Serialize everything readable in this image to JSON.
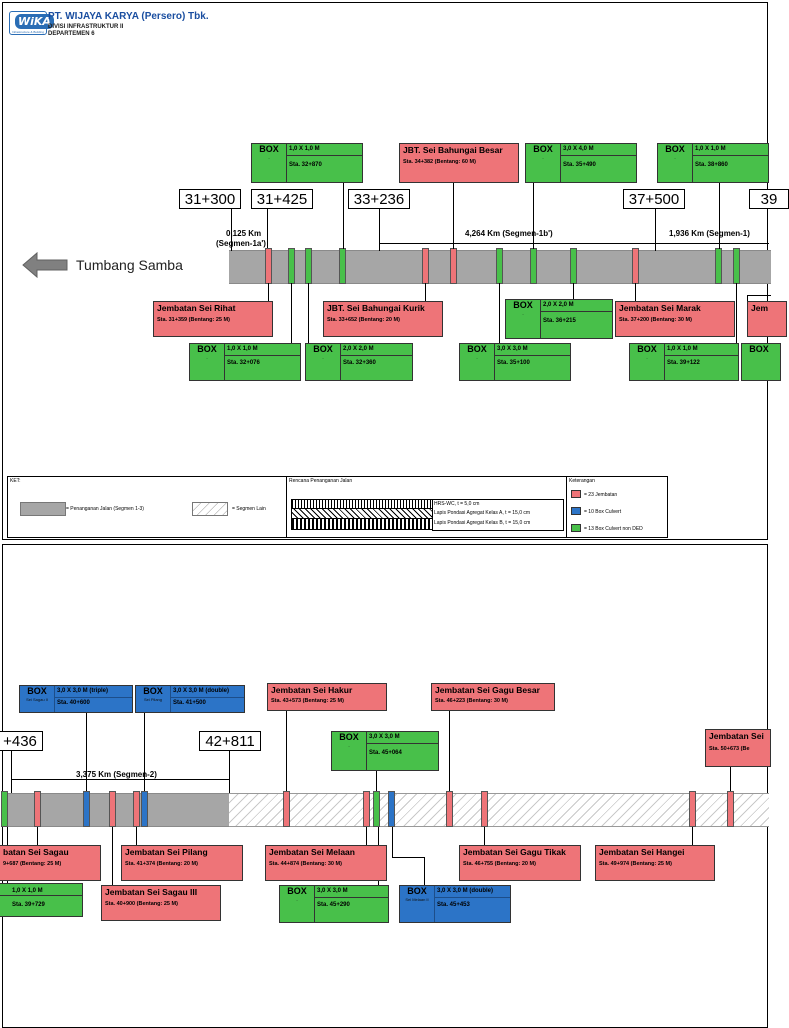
{
  "header": {
    "logo_text": "WiKA",
    "logo_sub": "Infrastructure & Building",
    "company": "PT. WIJAYA KARYA (Persero) Tbk.",
    "division": "DIVISI INFRASTRUKTUR II",
    "department": "DEPARTEMEN 6"
  },
  "direction_label": "Tumbang Samba",
  "colors": {
    "bridge": "#ee7478",
    "box_culvert": "#2c74c7",
    "box_non_ded": "#48c04a",
    "road": "#a6a6a6"
  },
  "sheet1": {
    "stations": [
      "31+300",
      "31+425",
      "33+236",
      "37+500",
      "39"
    ],
    "segments": [
      "0,125 Km",
      "(Segmen-1a')",
      "4,264 Km (Segmen-1b')",
      "1,936 Km (Segmen-1)"
    ],
    "top_cards": [
      {
        "title": "BOX",
        "sub": "-",
        "dim": "1,0 X 1,0 M",
        "sta": "Sta. 32+870"
      },
      {
        "title": "JBT. Sei Bahungai Besar",
        "sta": "Sta. 34+382     (Bentang: 60 M)"
      },
      {
        "title": "BOX",
        "sub": "-",
        "dim": "3,0 X 4,0 M",
        "sta": "Sta. 35+490"
      },
      {
        "title": "BOX",
        "sub": "-",
        "dim": "1,0 X 1,0 M",
        "sta": "Sta. 38+860"
      }
    ],
    "bottom_cards": [
      {
        "title": "Jembatan Sei Rihat",
        "sta": "Sta. 31+359     (Bentang: 25 M)"
      },
      {
        "title": "JBT. Sei Bahungai Kurik",
        "sta": "Sta. 33+652     (Bentang: 20 M)"
      },
      {
        "title": "BOX",
        "sub": "-",
        "dim": "2,0 X 2,0 M",
        "sta": "Sta. 36+215"
      },
      {
        "title": "Jembatan Sei Marak",
        "sta": "Sta. 37+200     (Bentang: 30 M)"
      },
      {
        "title": "Jem"
      },
      {
        "title": "BOX",
        "sub": "-",
        "dim": "1,0 X 1,0 M",
        "sta": "Sta. 32+076"
      },
      {
        "title": "BOX",
        "sub": "-",
        "dim": "2,0 X 2,0 M",
        "sta": "Sta. 32+360"
      },
      {
        "title": "BOX",
        "sub": "-",
        "dim": "3,0 X 3,0 M",
        "sta": "Sta. 35+100"
      },
      {
        "title": "BOX",
        "sub": "-",
        "dim": "1,0 X 1,0 M",
        "sta": "Sta. 39+122"
      },
      {
        "title": "BOX"
      }
    ],
    "legend": {
      "ket_label": "KET:",
      "road_label": "= Penanganan Jalan (Segmen 1-3)",
      "other_label": "= Segmen Lain",
      "plan_title": "Rencana Penanganan Jalan",
      "layers": [
        "HRS-WC, t = 5,0 cm",
        "Lapis Pondasi Agregat Kelas A, t = 15,0 cm",
        "Lapis Pondasi Agregat Kelas B, t = 15,0 cm"
      ],
      "notes_title": "Keterangan",
      "notes": [
        "= 23 Jembatan",
        "= 10 Box Culvert",
        "= 13 Box Culvert non DED"
      ]
    }
  },
  "sheet2": {
    "stations": [
      "+436",
      "42+811"
    ],
    "segment": "3,375 Km (Segmen-2)",
    "top_cards": [
      {
        "title": "BOX",
        "sub": "Sei Sagau II",
        "dim": "3,0 X 3,0 M (triple)",
        "sta": "Sta. 40+600"
      },
      {
        "title": "BOX",
        "sub": "Sei Pilang",
        "dim": "3,0 X 3,0 M (double)",
        "sta": "Sta. 41+500"
      },
      {
        "title": "Jembatan Sei Hakur",
        "sta": "Sta. 43+573     (Bentang: 25 M)"
      },
      {
        "title": "Jembatan Sei Gagu Besar",
        "sta": "Sta. 46+223     (Bentang: 30 M)"
      },
      {
        "title": "BOX",
        "sub": "-",
        "dim": "3,0 X 3,0 M",
        "sta": "Sta. 45+064"
      },
      {
        "title": "Jembatan Sei",
        "sta": "Sta. 50+673     (Be"
      }
    ],
    "bottom_cards": [
      {
        "title": "batan Sei Sagau",
        "sta": "9+687     (Bentang: 25 M)"
      },
      {
        "title": "Jembatan Sei Pilang",
        "sta": "Sta. 41+374     (Bentang: 20 M)"
      },
      {
        "title": "Jembatan Sei Melaan",
        "sta": "Sta. 44+874     (Bentang: 30 M)"
      },
      {
        "title": "Jembatan Sei Gagu Tikak",
        "sta": "Sta. 46+755     (Bentang: 20 M)"
      },
      {
        "title": "Jembatan Sei Hangei",
        "sta": "Sta. 49+974     (Bentang: 25 M)"
      },
      {
        "dim": "1,0 X 1,0 M",
        "sta": "Sta. 39+729"
      },
      {
        "title": "Jembatan Sei Sagau III",
        "sta": "Sta. 40+900     (Bentang: 25 M)"
      },
      {
        "title": "BOX",
        "sub": "-",
        "dim": "3,0 X 3,0 M",
        "sta": "Sta. 45+290"
      },
      {
        "title": "BOX",
        "sub": "Sei Melaan II",
        "dim": "3,0 X 3,0 M (double)",
        "sta": "Sta. 45+453"
      }
    ]
  }
}
